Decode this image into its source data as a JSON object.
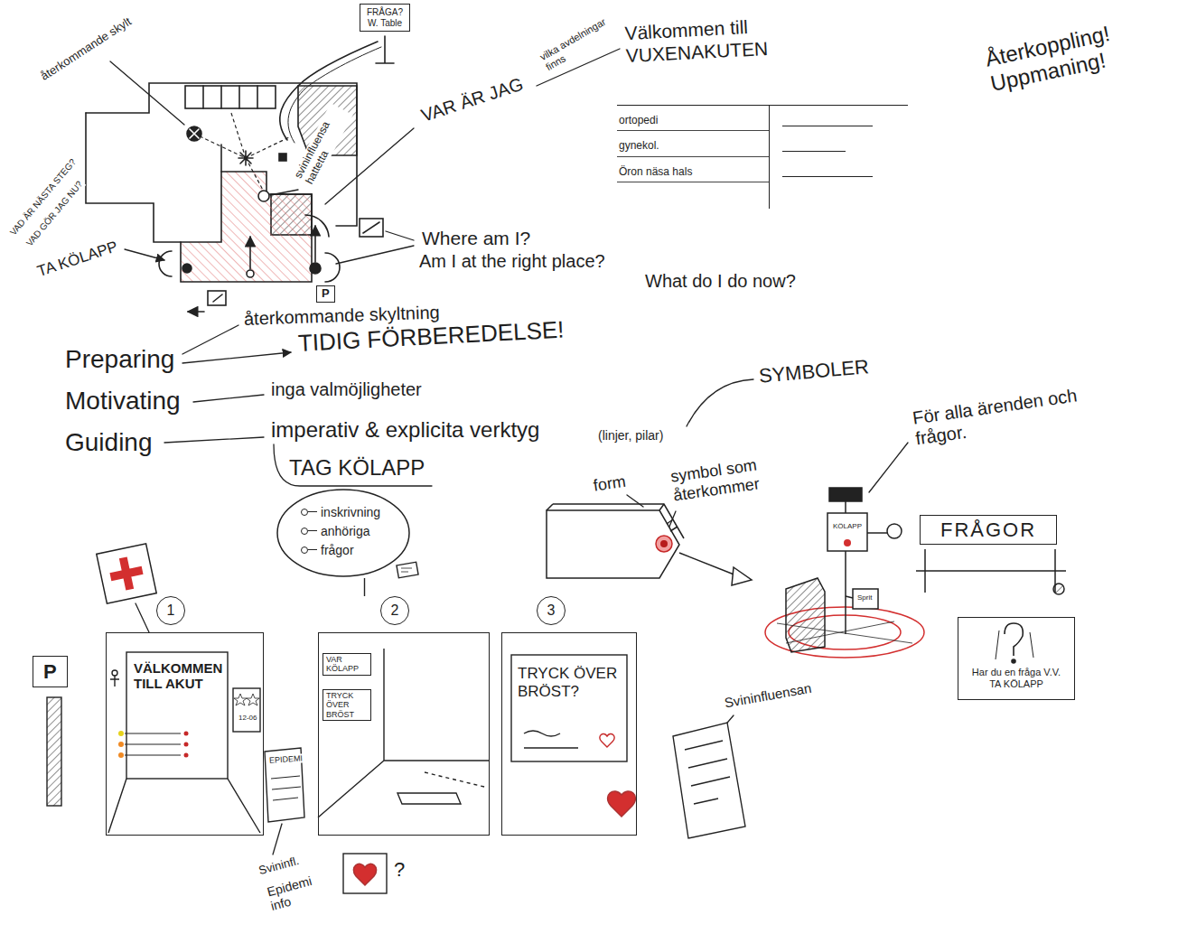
{
  "diagram": {
    "nodes": [
      {
        "text": [
          "FRÅGA? W. Table"
        ]
      },
      {
        "text": [
          "Välkommen till VUXENAKUTEN",
          "ortopedi",
          "gynekol.",
          "Öron näsa hals"
        ]
      },
      {
        "text": [
          "P"
        ]
      },
      {
        "text": [
          "inskrivning",
          "anhöriga",
          "frågor"
        ]
      },
      {
        "text": [
          "FRÅGOR"
        ]
      },
      {
        "text": [
          "P"
        ]
      },
      {
        "text": [
          "1",
          "VÄLKOMMEN TILL AKUT"
        ]
      },
      {
        "text": [
          "2",
          "VAR KÖLAPP",
          "TRYCK ÖVER BRÖST"
        ]
      },
      {
        "text": [
          "3",
          "TRYCK ÖVER BRÖST?"
        ]
      },
      {
        "text": [
          "Har du en fråga V.V. TA KÖLAPP"
        ]
      }
    ],
    "edges": [
      {
        "from": 3,
        "to": 7,
        "arrow": "none"
      }
    ],
    "labels": [
      "återkommande skylt",
      "vilka avdelningar finns",
      "VAR ÄR JAG",
      "svininfluensa hattetta",
      "Återkoppling! Uppmaning!",
      "VAD ÄR NÄSTA STEG?",
      "VAD GÖR JAG NU?",
      "TA KÖLAPP",
      "Where am I?",
      "Am I at the right place?",
      "What do I do now?",
      "återkommande skyltning",
      "Preparing",
      "TIDIG FÖRBEREDELSE!",
      "Motivating",
      "inga valmöjligheter",
      "Guiding",
      "imperativ & explicita verktyg",
      "(linjer, pilar)",
      "SYMBOLER",
      "TAG KÖLAPP",
      "form",
      "symbol som återkommer",
      "För alla ärenden och frågor.",
      "KÖLAPP",
      "Sprit",
      "EPIDEMI",
      "12-06",
      "Svininfluensan",
      "Svininfl.",
      "Epidemi info",
      "?"
    ]
  }
}
